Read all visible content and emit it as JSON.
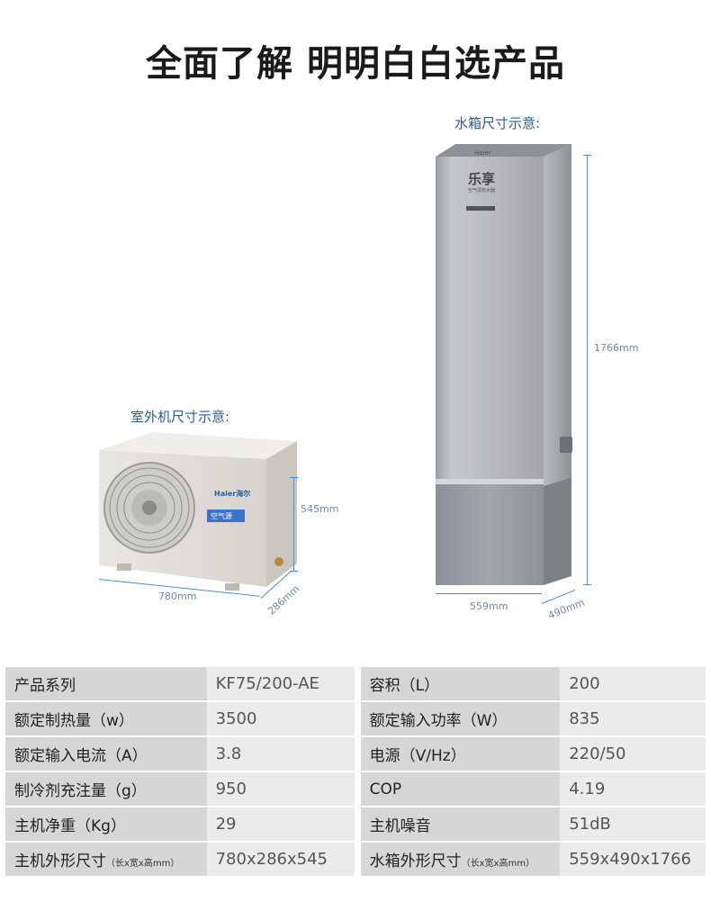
{
  "title": "全面了解  明明白白选产品",
  "tank": {
    "caption": "水箱尺寸示意:",
    "height_label": "1766mm",
    "width_label": "559mm",
    "depth_label": "490mm",
    "brand": "Haier",
    "product_name": "乐享",
    "product_sub": "空气源热水器"
  },
  "outdoor": {
    "caption": "室外机尺寸示意:",
    "height_label": "545mm",
    "width_label": "780mm",
    "depth_label": "286mm",
    "brand": "Haier",
    "brand_cn": "海尔",
    "sticker": "空气源"
  },
  "specs": [
    {
      "l1": "产品系列",
      "v1": "KF75/200-AE",
      "l2": "容积（L）",
      "v2": "200"
    },
    {
      "l1": "额定制热量（w）",
      "v1": "3500",
      "l2": "额定输入功率（W）",
      "v2": "835"
    },
    {
      "l1": "额定输入电流（A）",
      "v1": "3.8",
      "l2": "电源（V/Hz）",
      "v2": "220/50"
    },
    {
      "l1": "制冷剂充注量（g）",
      "v1": "950",
      "l2": "COP",
      "v2": "4.19"
    },
    {
      "l1": "主机净重（Kg）",
      "v1": "29",
      "l2": "主机噪音",
      "v2": "51dB"
    },
    {
      "l1": "主机外形尺寸",
      "l1_note": "（长x宽x高mm）",
      "v1": "780x286x545",
      "l2": "水箱外形尺寸",
      "l2_note": "（长x宽x高mm）",
      "v2": "559x490x1766"
    }
  ]
}
